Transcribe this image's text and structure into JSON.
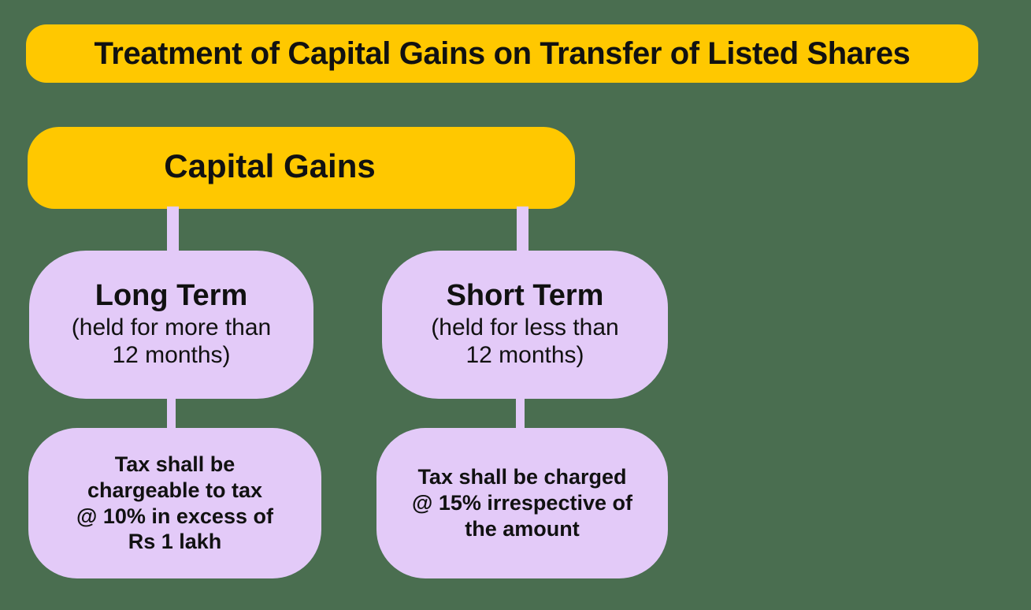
{
  "colors": {
    "background": "#4a6e50",
    "banner": "#ffc800",
    "node_accent": "#ffc800",
    "node_branch": "#e3caf8",
    "text": "#111111"
  },
  "title": {
    "text": "Treatment of Capital Gains on Transfer of Listed Shares"
  },
  "diagram": {
    "type": "flowchart",
    "root": {
      "label": "Capital Gains"
    },
    "branches": [
      {
        "id": "long-term",
        "title": "Long Term",
        "subtitle_line1": "(held for more than",
        "subtitle_line2": "12 months)",
        "outcome": {
          "line1": "Tax shall be",
          "line2": "chargeable to tax",
          "line3": "@ 10% in excess of",
          "line4": "Rs 1 lakh"
        }
      },
      {
        "id": "short-term",
        "title": "Short Term",
        "subtitle_line1": "(held for less than",
        "subtitle_line2": "12 months)",
        "outcome": {
          "line1": "Tax shall be charged",
          "line2": "@ 15% irrespective of",
          "line3": "the amount",
          "line4": ""
        }
      }
    ]
  }
}
